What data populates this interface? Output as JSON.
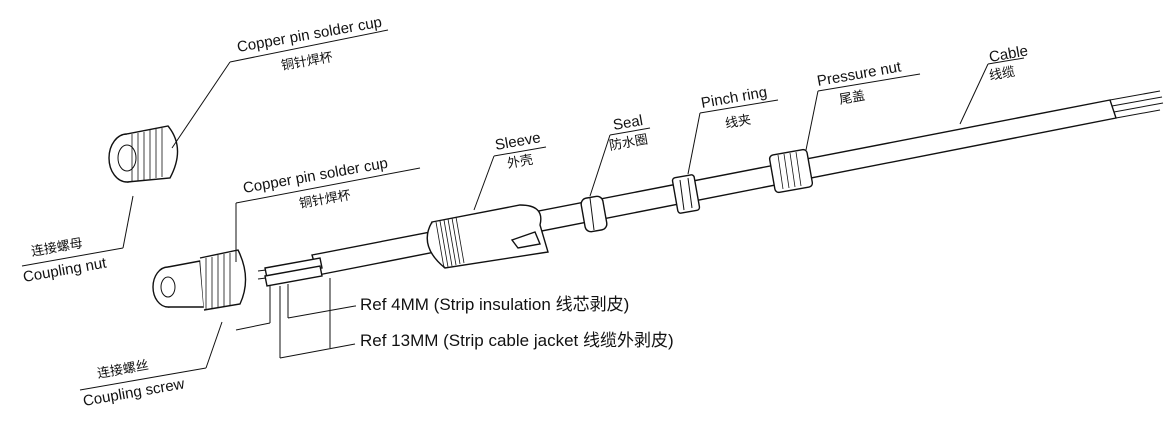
{
  "labels": {
    "top_cup_en": "Copper pin solder cup",
    "top_cup_zh": "铜针焊杯",
    "mid_cup_en": "Copper pin solder cup",
    "mid_cup_zh": "铜针焊杯",
    "coupling_nut_zh": "连接螺母",
    "coupling_nut_en": "Coupling nut",
    "coupling_screw_zh": "连接螺丝",
    "coupling_screw_en": "Coupling screw",
    "sleeve_en": "Sleeve",
    "sleeve_zh": "外壳",
    "seal_en": "Seal",
    "seal_zh": "防水圈",
    "pinch_en": "Pinch ring",
    "pinch_zh": "线夹",
    "pressure_en": "Pressure nut",
    "pressure_zh": "尾盖",
    "cable_en": "Cable",
    "cable_zh": "线缆",
    "ref4": "Ref 4MM (Strip insulation 线芯剥皮)",
    "ref13": "Ref 13MM (Strip cable jacket 线缆外剥皮)"
  },
  "colors": {
    "ink": "#111111",
    "background": "#ffffff"
  }
}
